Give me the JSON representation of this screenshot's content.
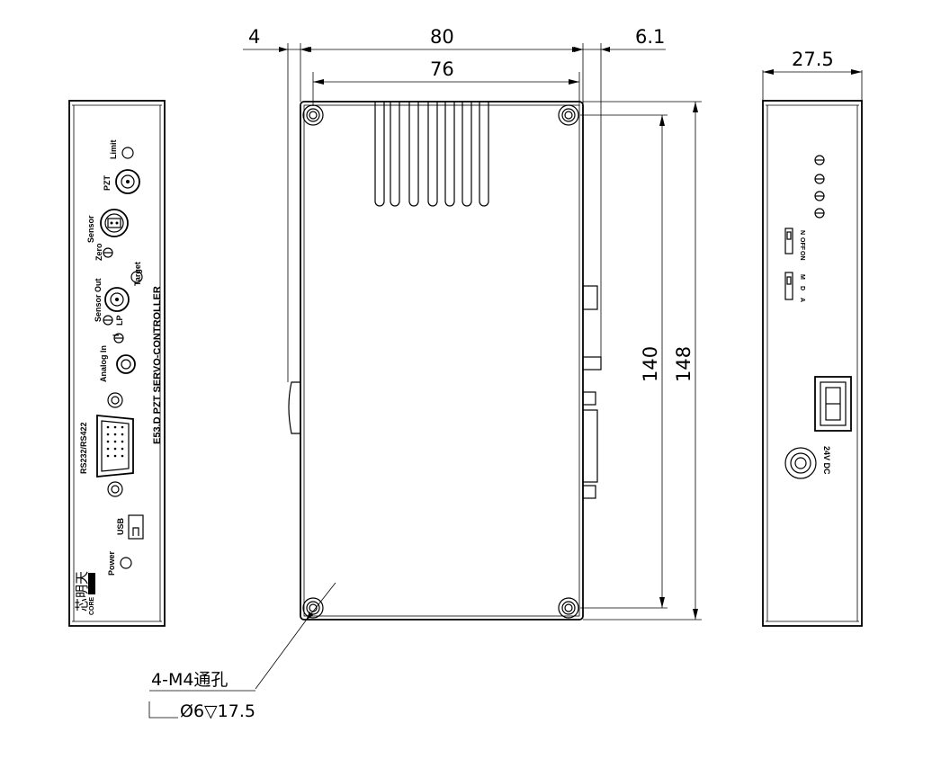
{
  "front_panel": {
    "title": "E53.D PZT SERVO-CONTROLLER",
    "labels": {
      "limit": "Limit",
      "pzt": "PZT",
      "sensor": "Sensor",
      "zero": "Zero",
      "target": "Target",
      "sensor_out": "Sensor Out",
      "lp": "LP",
      "i": "I",
      "analog_in": "Analog In",
      "rs232": "RS232/RS422",
      "usb": "USB",
      "power": "Power"
    },
    "logo_text": "芯明天",
    "logo_sub": "CORE"
  },
  "top_view": {
    "dims": {
      "left_offset": "4",
      "total_width": "80",
      "right_offset": "6.1",
      "hole_spacing_w": "76",
      "hole_spacing_h": "140",
      "total_height": "148"
    },
    "note_line1": "4-M4通孔",
    "note_line2": "Ø6▽17.5"
  },
  "rear_panel": {
    "depth": "27.5",
    "switch1_labels": [
      "N",
      "OFF",
      "ON"
    ],
    "switch2_labels": [
      "M",
      "D",
      "A"
    ],
    "power_label": "24V DC"
  }
}
